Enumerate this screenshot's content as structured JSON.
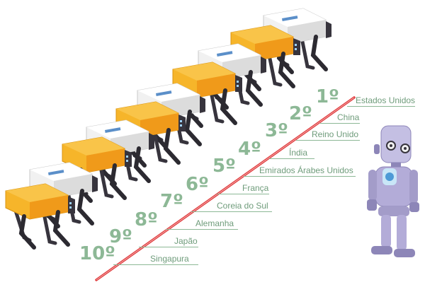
{
  "ranking": [
    {
      "rank": "1º",
      "country": "Estados Unidos"
    },
    {
      "rank": "2º",
      "country": "China"
    },
    {
      "rank": "3º",
      "country": "Reino Unido"
    },
    {
      "rank": "4º",
      "country": "Índia"
    },
    {
      "rank": "5º",
      "country": "Emirados Árabes Unidos"
    },
    {
      "rank": "6º",
      "country": "França"
    },
    {
      "rank": "7º",
      "country": "Coreia do Sul"
    },
    {
      "rank": "8º",
      "country": "Alemanha"
    },
    {
      "rank": "9º",
      "country": "Japão"
    },
    {
      "rank": "10º",
      "country": "Singapura"
    }
  ],
  "colors": {
    "accent_green": "#8db896",
    "label_green": "#6f9c7b",
    "red_line": "#e0393b",
    "robot_yellow": "#f6b52a",
    "robot_white": "#f1f1f1",
    "robot_dark": "#37343d",
    "humanoid_purple": "#b3acd8"
  },
  "icons": [
    "robot-dog-icon",
    "humanoid-robot-icon"
  ]
}
